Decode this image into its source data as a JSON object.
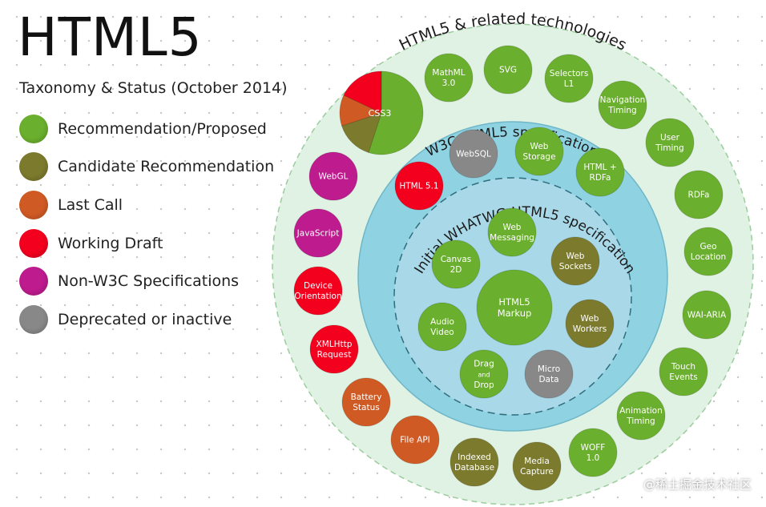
{
  "title": "HTML5",
  "subtitle": "Taxonomy & Status (October 2014)",
  "colors": {
    "recommendation": "#6aaf2d",
    "candidate": "#7c7a2d",
    "last_call": "#cf5a23",
    "working_draft": "#f2001e",
    "non_w3c": "#bd1b8e",
    "deprecated": "#888888",
    "outer_ring": "#e0f2e3",
    "w3c_ring": "#8fd3e2",
    "whatwg_ring": "#a9d9e8"
  },
  "legend": [
    {
      "label": "Recommendation/Proposed",
      "color": "#6aaf2d"
    },
    {
      "label": "Candidate Recommendation",
      "color": "#7c7a2d"
    },
    {
      "label": "Last Call",
      "color": "#cf5a23"
    },
    {
      "label": "Working Draft",
      "color": "#f2001e"
    },
    {
      "label": "Non-W3C Specifications",
      "color": "#bd1b8e"
    },
    {
      "label": "Deprecated or inactive",
      "color": "#888888"
    }
  ],
  "rings": {
    "outer_label": "HTML5 & related technologies",
    "w3c_label": "W3C HTML5 specification",
    "whatwg_label": "Initial WHATWG HTML5 specification"
  },
  "css3": {
    "label": "CSS3",
    "slices": [
      {
        "status": "recommendation",
        "fraction": 0.55
      },
      {
        "status": "candidate",
        "fraction": 0.15
      },
      {
        "status": "last_call",
        "fraction": 0.12
      },
      {
        "status": "working_draft",
        "fraction": 0.18
      }
    ]
  },
  "nodes": [
    {
      "id": "mathml",
      "lines": [
        "MathML",
        "3.0"
      ],
      "status": "recommendation"
    },
    {
      "id": "svg",
      "lines": [
        "SVG"
      ],
      "status": "recommendation"
    },
    {
      "id": "selectors",
      "lines": [
        "Selectors",
        "L1"
      ],
      "status": "recommendation"
    },
    {
      "id": "navigation-timing",
      "lines": [
        "Navigation",
        "Timing"
      ],
      "status": "recommendation"
    },
    {
      "id": "user-timing",
      "lines": [
        "User",
        "Timing"
      ],
      "status": "recommendation"
    },
    {
      "id": "rdfa",
      "lines": [
        "RDFa"
      ],
      "status": "recommendation"
    },
    {
      "id": "geo-location",
      "lines": [
        "Geo",
        "Location"
      ],
      "status": "recommendation"
    },
    {
      "id": "wai-aria",
      "lines": [
        "WAI-ARIA"
      ],
      "status": "recommendation"
    },
    {
      "id": "touch-events",
      "lines": [
        "Touch",
        "Events"
      ],
      "status": "recommendation"
    },
    {
      "id": "animation-timing",
      "lines": [
        "Animation",
        "Timing"
      ],
      "status": "recommendation"
    },
    {
      "id": "woff",
      "lines": [
        "WOFF",
        "1.0"
      ],
      "status": "recommendation"
    },
    {
      "id": "media-capture",
      "lines": [
        "Media",
        "Capture"
      ],
      "status": "candidate"
    },
    {
      "id": "indexed-database",
      "lines": [
        "Indexed",
        "Database"
      ],
      "status": "candidate"
    },
    {
      "id": "file-api",
      "lines": [
        "File API"
      ],
      "status": "last_call"
    },
    {
      "id": "battery-status",
      "lines": [
        "Battery",
        "Status"
      ],
      "status": "last_call"
    },
    {
      "id": "xmlhttprequest",
      "lines": [
        "XMLHttp",
        "Request"
      ],
      "status": "working_draft"
    },
    {
      "id": "device-orientation",
      "lines": [
        "Device",
        "Orientation"
      ],
      "status": "working_draft"
    },
    {
      "id": "javascript",
      "lines": [
        "JavaScript"
      ],
      "status": "non_w3c"
    },
    {
      "id": "webgl",
      "lines": [
        "WebGL"
      ],
      "status": "non_w3c"
    },
    {
      "id": "html51",
      "lines": [
        "HTML 5.1"
      ],
      "status": "working_draft"
    },
    {
      "id": "websql",
      "lines": [
        "WebSQL"
      ],
      "status": "deprecated"
    },
    {
      "id": "web-storage",
      "lines": [
        "Web",
        "Storage"
      ],
      "status": "recommendation"
    },
    {
      "id": "html-rdfa",
      "lines": [
        "HTML +",
        "RDFa"
      ],
      "status": "recommendation"
    },
    {
      "id": "web-messaging",
      "lines": [
        "Web",
        "Messaging"
      ],
      "status": "recommendation"
    },
    {
      "id": "canvas-2d",
      "lines": [
        "Canvas",
        "2D"
      ],
      "status": "recommendation"
    },
    {
      "id": "web-sockets",
      "lines": [
        "Web",
        "Sockets"
      ],
      "status": "candidate"
    },
    {
      "id": "html5-markup",
      "lines": [
        "HTML5",
        "Markup"
      ],
      "status": "recommendation"
    },
    {
      "id": "audio-video",
      "lines": [
        "Audio",
        "Video"
      ],
      "status": "recommendation"
    },
    {
      "id": "web-workers",
      "lines": [
        "Web",
        "Workers"
      ],
      "status": "candidate"
    },
    {
      "id": "drag-and-drop",
      "lines": [
        "Drag",
        "and",
        "Drop"
      ],
      "status": "recommendation"
    },
    {
      "id": "micro-data",
      "lines": [
        "Micro",
        "Data"
      ],
      "status": "deprecated"
    }
  ],
  "watermark": "@稀土掘金技术社区"
}
